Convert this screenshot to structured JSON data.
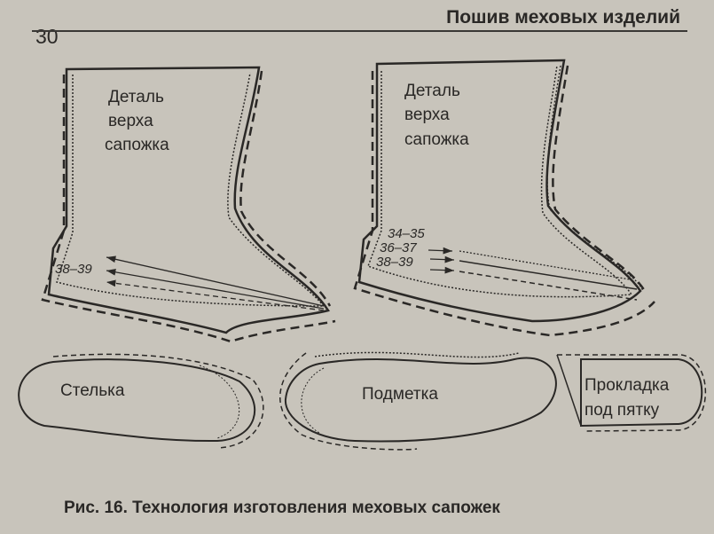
{
  "page": {
    "number": "30",
    "header": "Пошив меховых изделий"
  },
  "left_boot": {
    "label_lines": [
      "Деталь",
      "верха",
      "сапожка"
    ],
    "sizes": [
      "38–39"
    ]
  },
  "right_boot": {
    "label_lines": [
      "Деталь",
      "верха",
      "сапожка"
    ],
    "sizes": [
      "34–35",
      "36–37",
      "38–39"
    ]
  },
  "pieces": {
    "insole": "Стелька",
    "sole": "Подметка",
    "heel_pad_lines": [
      "Прокладка",
      "под пятку"
    ]
  },
  "caption": "Рис. 16. Технология изготовления меховых сапожек",
  "colors": {
    "paper": "#c8c4bb",
    "ink": "#2a2826"
  }
}
